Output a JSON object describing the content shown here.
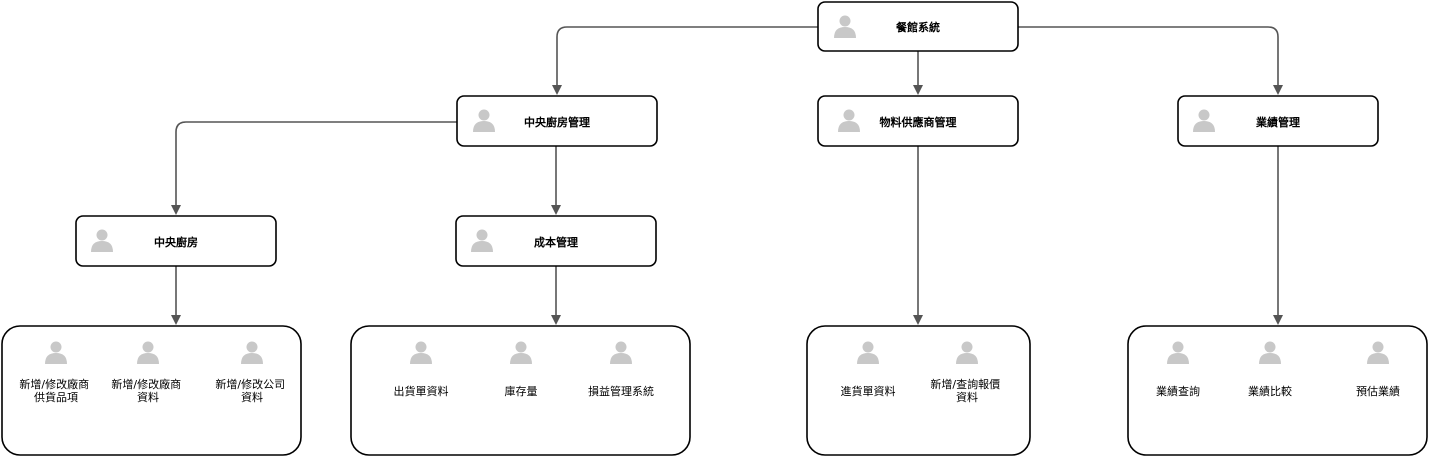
{
  "root": {
    "title": "餐館系統"
  },
  "level1": [
    {
      "id": "central",
      "title": "中央廚房管理"
    },
    {
      "id": "supplier",
      "title": "物料供應商管理"
    },
    {
      "id": "performance",
      "title": "業績管理"
    }
  ],
  "level2": [
    {
      "id": "kitchen",
      "title": "中央廚房"
    },
    {
      "id": "cost",
      "title": "成本管理"
    }
  ],
  "groups": [
    {
      "id": "kitchen-items",
      "items": [
        [
          "新增/修改廠商",
          "供貨品項"
        ],
        [
          "新增/修改廠商",
          "資料"
        ],
        [
          "新增/修改公司",
          "資料"
        ]
      ]
    },
    {
      "id": "cost-items",
      "items": [
        [
          "出貨單資料"
        ],
        [
          "庫存量"
        ],
        [
          "損益管理系統"
        ]
      ]
    },
    {
      "id": "supplier-items",
      "items": [
        [
          "進貨單資料"
        ],
        [
          "新增/查詢報價",
          "資料"
        ]
      ]
    },
    {
      "id": "performance-items",
      "items": [
        [
          "業績查詢"
        ],
        [
          "業績比較"
        ],
        [
          "預估業績"
        ]
      ]
    }
  ],
  "colors": {
    "border": "#000000",
    "edge": "#555555",
    "person_icon": "#c8c8c8"
  }
}
